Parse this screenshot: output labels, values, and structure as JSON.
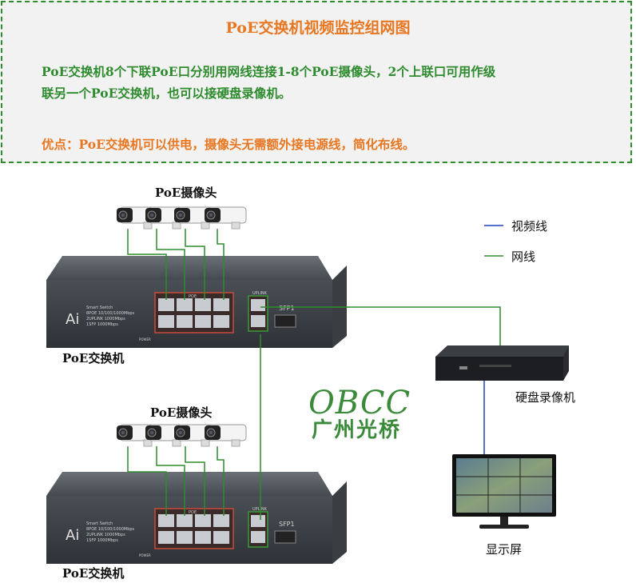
{
  "header": {
    "title": "PoE交换机视频监控组网图",
    "desc_line1": "PoE交换机8个下联PoE口分别用网线连接1-8个PoE摄像头，2个上联口可用作级",
    "desc_line2": "联另一个PoE交换机，也可以接硬盘录像机。",
    "advantage": "优点：PoE交换机可以供电，摄像头无需额外接电源线，简化布线。"
  },
  "legend": {
    "video_line": "视频线",
    "network_line": "网线"
  },
  "labels": {
    "camera_top": "PoE摄像头",
    "camera_bottom": "PoE摄像头",
    "switch_top": "PoE交换机",
    "switch_bottom": "PoE交换机",
    "nvr": "硬盘录像机",
    "monitor": "显示屏"
  },
  "switch_panel": {
    "brand": "Ai",
    "spec1": "Smart Switch",
    "spec2": "8POE 10/100/1000Mbps",
    "spec3": "2UPLINK 1000Mbps",
    "spec4": "1SFP 1000Mbps",
    "poe": "POE",
    "uplink": "UPLINK",
    "sfp": "SFP1",
    "power": "POWER"
  },
  "logo": {
    "en": "OBCC",
    "cn": "广州光桥"
  },
  "colors": {
    "network": "#2e8b2e",
    "video": "#1f3fbf",
    "accent": "#e87722"
  }
}
